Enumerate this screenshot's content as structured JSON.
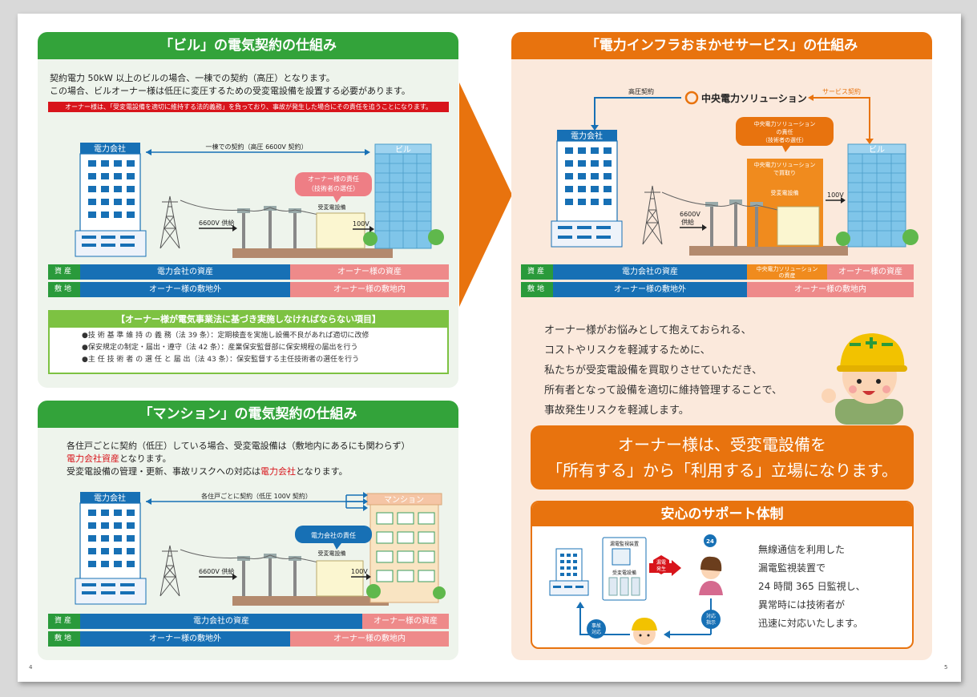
{
  "pages": {
    "left": "4",
    "right": "5"
  },
  "building": {
    "title": "「ビル」の電気契約の仕組み",
    "desc": [
      "契約電力 50kW 以上のビルの場合、一棟での契約（高圧）となります。",
      "この場合、ビルオーナー様は低圧に変圧するための受変電設備を設置する必要があります。"
    ],
    "warning": "オーナー様は、「受変電設備を適切に維持する法的義務」を負っており、事故が発生した場合にその責任を追うことになります。",
    "diagram": {
      "power_company": "電力会社",
      "building": "ビル",
      "contract": "一棟での契約（高圧 6600V 契約）",
      "supply": "6600V 供給",
      "owner_resp": [
        "オーナー様の責任",
        "（技術者の選任）"
      ],
      "equipment": "受変電設備",
      "v100": "100V"
    },
    "rows": [
      {
        "key": "資産",
        "left": "電力会社の資産",
        "right": "オーナー様の資産"
      },
      {
        "key": "敷地",
        "left": "オーナー様の敷地外",
        "right": "オーナー様の敷地内"
      }
    ],
    "obligations": {
      "title": "【オーナー様が電気事業法に基づき実施しなければならない項目】",
      "items": [
        "●技 術 基 準 維 持 の 義 務（法 39 条）：定期検査を実施し設備不良があれば適切に改修",
        "●保安規定の制定・届出・遵守（法 42 条）：産業保安監督部に保安規程の届出を行う",
        "●主 任 技 術 者 の 選 任 と 届 出（法 43 条）：保安監督する主任技術者の選任を行う"
      ]
    }
  },
  "mansion": {
    "title": "「マンション」の電気契約の仕組み",
    "desc1": "各住戸ごとに契約（低圧）している場合、受変電設備は（敷地内にあるにも関わらず）",
    "desc2_red": "電力会社資産",
    "desc2": "となります。",
    "desc3": "受変電設備の管理・更新、事故リスクへの対応は",
    "desc3_red": "電力会社",
    "desc3_end": "となります。",
    "diagram": {
      "power_company": "電力会社",
      "mansion": "マンション",
      "contract": "各住戸ごとに契約（低圧 100V 契約）",
      "supply": "6600V 供給",
      "resp": "電力会社の責任",
      "equipment": "受変電設備",
      "v100": "100V"
    },
    "rows": [
      {
        "key": "資産",
        "left": "電力会社の資産",
        "right": "オーナー様の資産"
      },
      {
        "key": "敷地",
        "left": "オーナー様の敷地外",
        "right": "オーナー様の敷地内"
      }
    ]
  },
  "service": {
    "title": "「電力インフラおまかせサービス」の仕組み",
    "diagram": {
      "hv_contract": "高圧契約",
      "company": "中央電力ソリューション",
      "service_contract": "サービス契約",
      "power_company": "電力会社",
      "building": "ビル",
      "resp": [
        "中央電力ソリューション",
        "の責任",
        "（技術者の選任）"
      ],
      "buyback": [
        "中央電力ソリューション",
        "で買取り"
      ],
      "equipment": "受変電設備",
      "supply": [
        "6600V",
        "供給"
      ],
      "v100": "100V"
    },
    "rows": [
      {
        "key": "資産",
        "left": "電力会社の資産",
        "mid": [
          "中央電力ソリューション",
          "の資産"
        ],
        "right": "オーナー様の資産"
      },
      {
        "key": "敷地",
        "left": "オーナー様の敷地外",
        "right": "オーナー様の敷地内"
      }
    ],
    "message": [
      "オーナー様がお悩みとして抱えておられる、",
      "コストやリスクを軽減するために、",
      "私たちが受変電設備を買取りさせていただき、",
      "所有者となって設備を適切に維持管理することで、",
      "事故発生リスクを軽減します。"
    ],
    "headline": [
      "オーナー様は、受変電設備を",
      "「所有する」から「利用する」立場になります。"
    ]
  },
  "support": {
    "title": "安心のサポート体制",
    "monitor": "漏電監視装置",
    "equipment": "受変電設備",
    "leak": [
      "漏電",
      "発生"
    ],
    "dispatch": [
      "対応",
      "指示"
    ],
    "accident": [
      "事故",
      "対応"
    ],
    "badge24": "24",
    "text": [
      "無線通信を利用した",
      "漏電監視装置で",
      "24 時間 365 日監視し、",
      "異常時には技術者が",
      "迅速に対応いたします。"
    ]
  },
  "colors": {
    "green": "#33a33a",
    "orange": "#e8730e",
    "blue": "#1770b5",
    "pink": "#ee8a8a",
    "red": "#d8141b"
  }
}
